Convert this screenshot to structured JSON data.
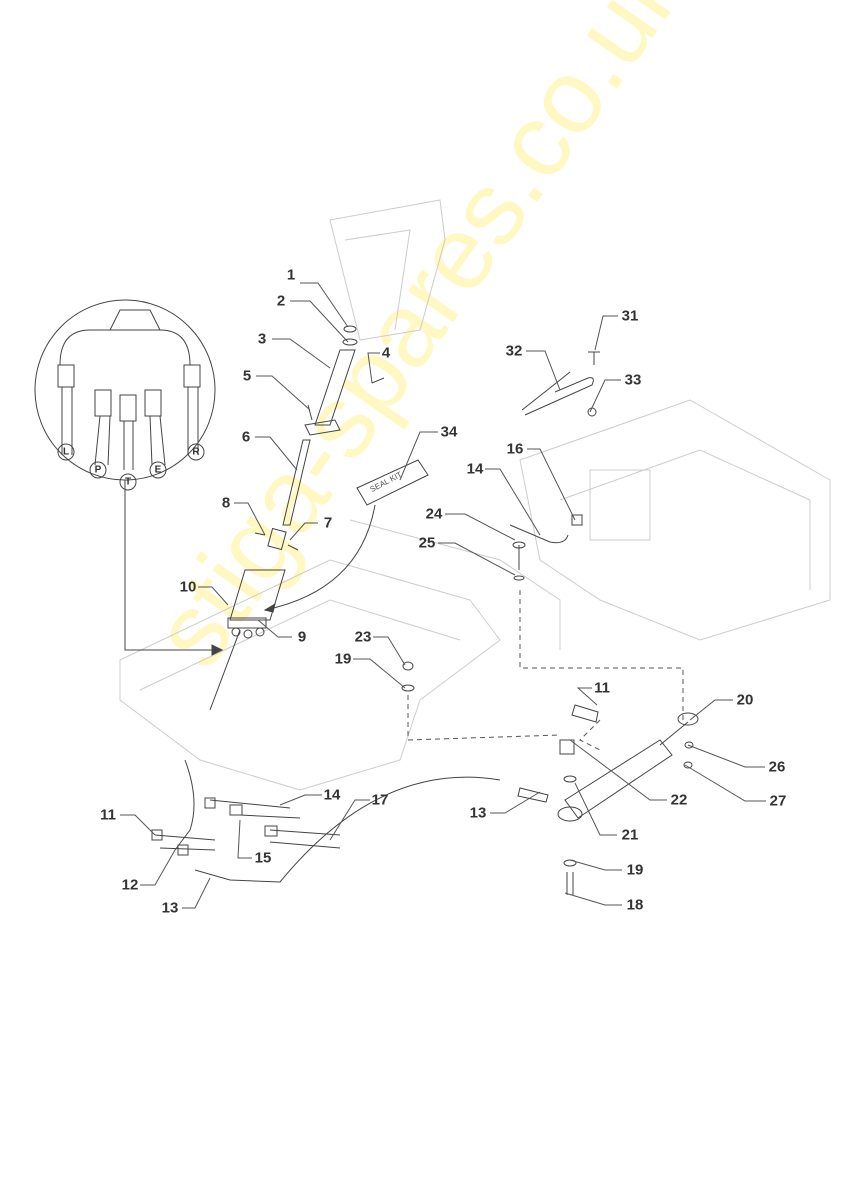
{
  "watermark": "stiga-spares.co.uk",
  "seal_kit_label": "SEAL KIT",
  "port_labels": [
    "L",
    "P",
    "T",
    "E",
    "R"
  ],
  "callouts": [
    "1",
    "2",
    "3",
    "4",
    "5",
    "6",
    "7",
    "8",
    "9",
    "10",
    "11",
    "11",
    "12",
    "13",
    "13",
    "14",
    "14",
    "15",
    "16",
    "17",
    "18",
    "19",
    "19",
    "20",
    "21",
    "22",
    "23",
    "24",
    "25",
    "26",
    "27",
    "31",
    "32",
    "33",
    "34"
  ]
}
